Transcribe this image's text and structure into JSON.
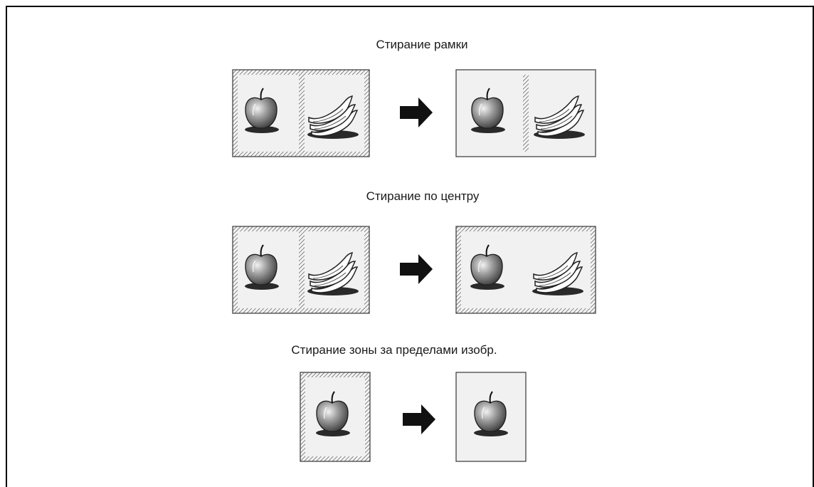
{
  "diagram": {
    "sections": [
      {
        "id": "frame-erase",
        "title": "Стирание рамки"
      },
      {
        "id": "center-erase",
        "title": "Стирание по центру"
      },
      {
        "id": "non-image-erase",
        "title": "Стирание зоны за пределами изобр."
      }
    ],
    "colors": {
      "page_fill": "#f1f1f1",
      "page_border": "#444444",
      "hatch": "#555555",
      "arrow": "#111111",
      "apple_shadow": "#2a2a2a",
      "banana_fill": "#ffffff"
    },
    "icons": [
      "apple-icon",
      "bananas-icon",
      "arrow-right-icon"
    ]
  }
}
